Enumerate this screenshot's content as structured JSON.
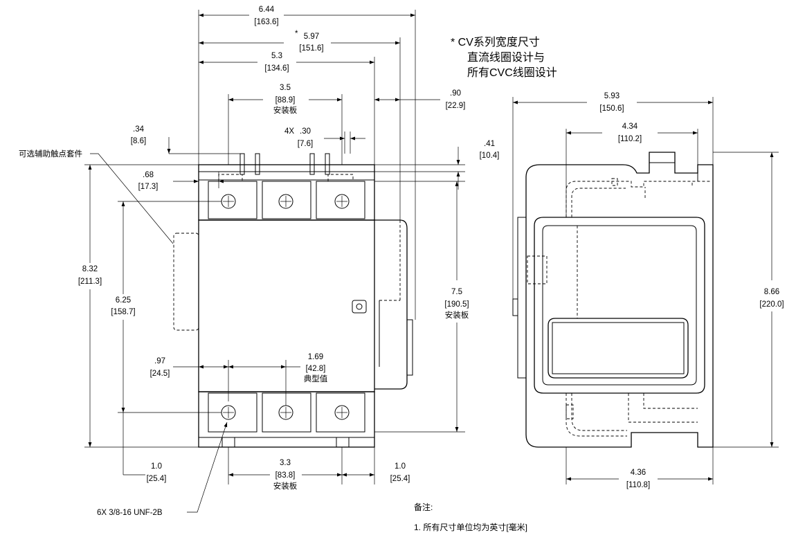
{
  "note_cv": {
    "line1": "* CV系列宽度尺寸",
    "line2": "直流线圈设计与",
    "line3": "所有CVC线圈设计"
  },
  "front_view": {
    "dim_overall_width": {
      "in": "6.44",
      "mm": "163.6"
    },
    "dim_cv_width": {
      "star": "*",
      "in": "5.97",
      "mm": "151.6"
    },
    "dim_body_width": {
      "in": "5.3",
      "mm": "134.6"
    },
    "dim_mount_top": {
      "in": "3.5",
      "mm": "88.9",
      "label": "安装板"
    },
    "dim_right_offset": {
      "in": ".90",
      "mm": "22.9"
    },
    "dim_terminal_pitch": {
      "prefix": "4X",
      "in": ".30",
      "mm": "7.6"
    },
    "dim_top_left": {
      "in": ".34",
      "mm": "8.6"
    },
    "dim_top_right": {
      "in": ".41",
      "mm": "10.4"
    },
    "dim_left_offset": {
      "in": ".68",
      "mm": "17.3"
    },
    "label_aux_kit": "可选辅助触点套件",
    "dim_height": {
      "in": "8.32",
      "mm": "211.3"
    },
    "dim_hole_height": {
      "in": "6.25",
      "mm": "158.7"
    },
    "dim_mount_height": {
      "in": "7.5",
      "mm": "190.5",
      "label": "安装板"
    },
    "dim_left_97": {
      "in": ".97",
      "mm": "24.5"
    },
    "dim_typical": {
      "in": "1.69",
      "mm": "42.8",
      "label": "典型值"
    },
    "dim_bottom_left": {
      "in": "1.0",
      "mm": "25.4"
    },
    "dim_mount_bottom": {
      "in": "3.3",
      "mm": "83.8",
      "label": "安装板"
    },
    "dim_bottom_right": {
      "in": "1.0",
      "mm": "25.4"
    },
    "label_thread": "6X 3/8-16 UNF-2B"
  },
  "side_view": {
    "dim_width": {
      "in": "5.93",
      "mm": "150.6"
    },
    "dim_inner_top": {
      "in": "4.34",
      "mm": "110.2"
    },
    "dim_height": {
      "in": "8.66",
      "mm": "220.0"
    },
    "dim_inner_bottom": {
      "in": "4.36",
      "mm": "110.8"
    }
  },
  "notes": {
    "title": "备注:",
    "item1": "1. 所有尺寸单位均为英寸[毫米]"
  }
}
